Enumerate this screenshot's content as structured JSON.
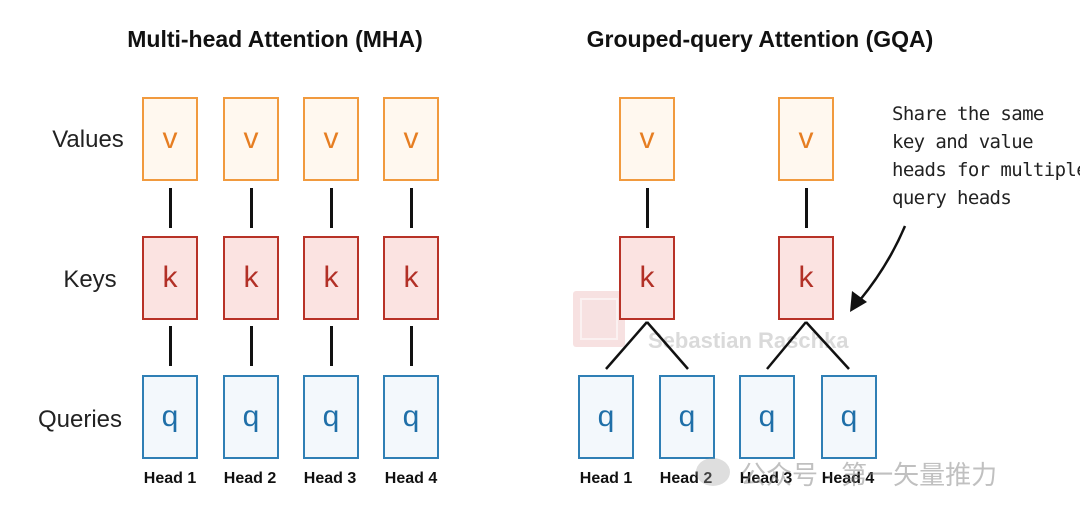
{
  "mha": {
    "title": "Multi-head Attention (MHA)",
    "row_labels": {
      "values": "Values",
      "keys": "Keys",
      "queries": "Queries"
    },
    "value_letter": "v",
    "key_letter": "k",
    "query_letter": "q",
    "heads": [
      "Head 1",
      "Head 2",
      "Head 3",
      "Head 4"
    ]
  },
  "gqa": {
    "title": "Grouped-query Attention (GQA)",
    "value_letter": "v",
    "key_letter": "k",
    "query_letter": "q",
    "heads": [
      "Head 1",
      "Head 2",
      "Head 3",
      "Head 4"
    ],
    "annotation": [
      "Share the same",
      "key and value",
      "heads for multiple",
      "query heads"
    ]
  },
  "watermark": {
    "author": "Sebastian Raschka",
    "account": "公众号 · 第一矢量推力"
  },
  "colors": {
    "value": "#f19a3e",
    "key": "#b83227",
    "query": "#2f7fb5"
  }
}
